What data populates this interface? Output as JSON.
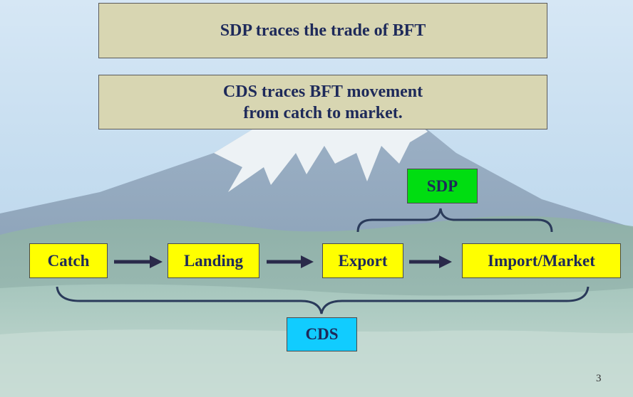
{
  "title_box_1": "SDP traces the trade of BFT",
  "title_box_2": {
    "line1": "CDS traces BFT movement",
    "line2": "from catch to market."
  },
  "stages": [
    "Catch",
    "Landing",
    "Export",
    "Import/Market"
  ],
  "labels": {
    "sdp": "SDP",
    "cds": "CDS"
  },
  "colors": {
    "stage_box": "#ffff00",
    "sdp_box": "#00dd11",
    "cds_box": "#11ccff",
    "title_box": "#d8d6b2",
    "text": "#1e2a5a"
  },
  "page_number": "3"
}
